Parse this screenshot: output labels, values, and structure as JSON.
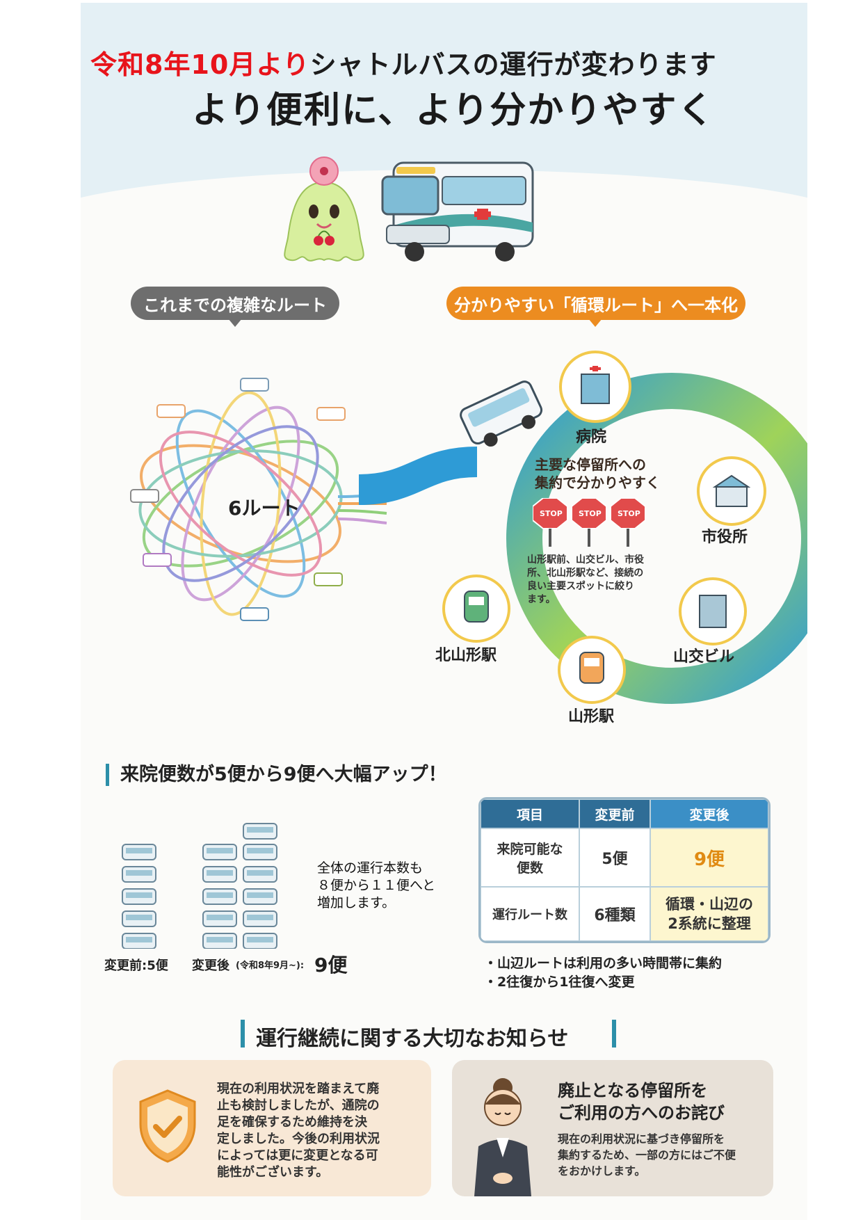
{
  "header": {
    "line1_red": "令和8年10月より",
    "line1_black": "シャトルバスの運行が変わります",
    "line2": "より便利に、より分かりやすく"
  },
  "old_route": {
    "label": "これまでの複雑なルート",
    "center": "6ルート"
  },
  "new_route": {
    "label": "分かりやすい「循環ルート」へ一本化",
    "stops": [
      "病院",
      "市役所",
      "山交ビル",
      "山形駅",
      "北山形駅"
    ],
    "center_title_1": "主要な停留所への",
    "center_title_2": "集約で分かりやすく",
    "stop_sign": "STOP",
    "center_desc_1": "山形駅前、山交ビル、市役",
    "center_desc_2": "所、北山形駅など、接続の",
    "center_desc_3": "良い主要スポットに絞り",
    "center_desc_4": "ます。"
  },
  "frequency": {
    "title": "来院便数が5便から9便へ大幅アップ！",
    "before_label": "変更前:5便",
    "after_label": "変更後",
    "after_note": "(令和8年9月~):",
    "after_value": "9便",
    "note_1": "全体の運行本数も",
    "note_2": "８便から１１便へと",
    "note_3": "増加します。"
  },
  "table": {
    "headers": [
      "項目",
      "変更前",
      "変更後"
    ],
    "row1": {
      "label_1": "来院可能な",
      "label_2": "便数",
      "before": "5便",
      "after": "9便"
    },
    "row2": {
      "label": "運行ルート数",
      "before": "6種類",
      "after_1": "循環・山辺の",
      "after_2": "2系統に整理"
    },
    "bullet_1": "・山辺ルートは利用の多い時間帯に集約",
    "bullet_2": "・2往復から1往復へ変更"
  },
  "notice": {
    "title": "運行継続に関する大切なお知らせ",
    "left_1": "現在の利用状況を踏まえて廃",
    "left_2": "止も検討しましたが、通院の",
    "left_3": "足を確保するため維持を決",
    "left_4": "定しました。今後の利用状況",
    "left_5": "によっては更に変更となる可",
    "left_6": "能性がございます。",
    "right_title_1": "廃止となる停留所を",
    "right_title_2": "ご利用の方へのお詫び",
    "right_1": "現在の利用状況に基づき停留所を",
    "right_2": "集約するため、一部の方にはご不便",
    "right_3": "をおかけします。"
  },
  "colors": {
    "accent_red": "#e8141b",
    "accent_orange": "#ec8c20",
    "accent_teal": "#2c8fa9",
    "table_header": "#2f6d96",
    "table_highlight": "#fdf6cf"
  }
}
